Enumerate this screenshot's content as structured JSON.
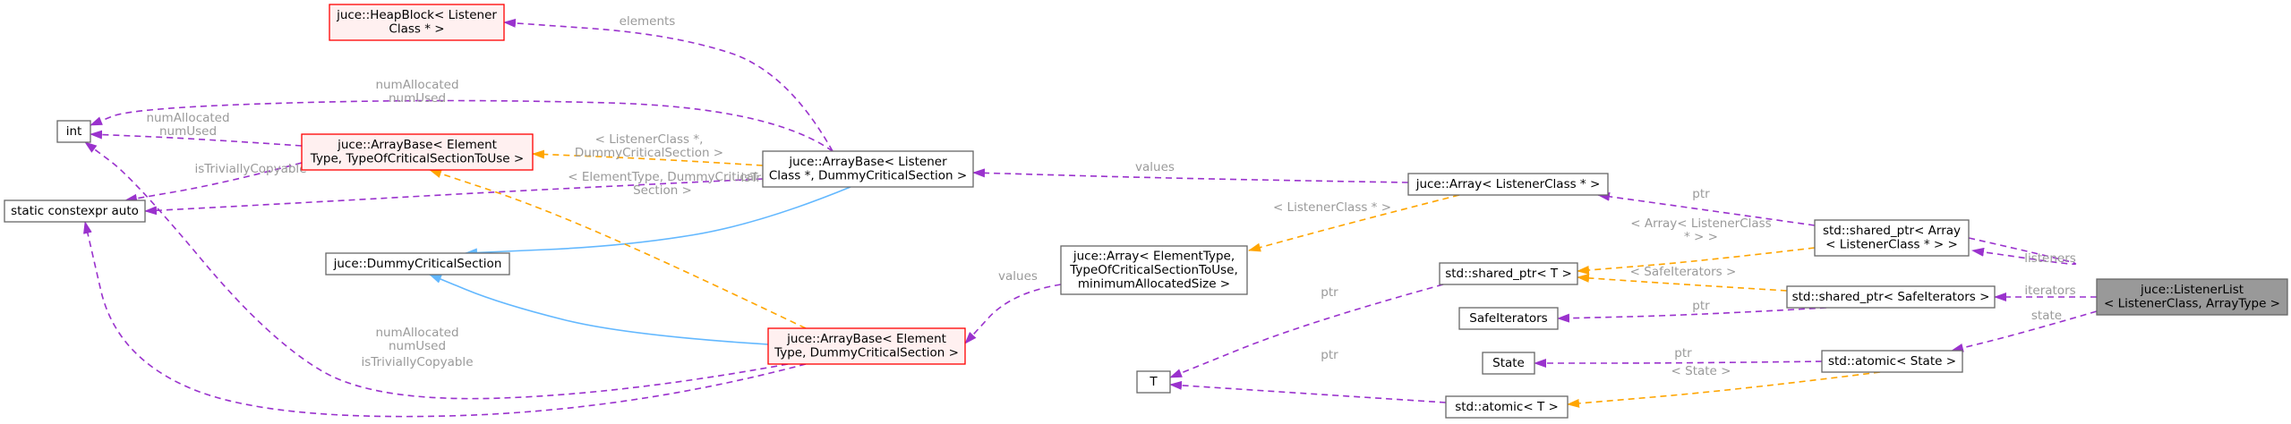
{
  "colors": {
    "purple": "#9a32cd",
    "orange": "#ffa500",
    "blue": "#63b8ff",
    "red": "#ff0000",
    "node_border": "#666666",
    "red_fill": "#fff0f0",
    "main_fill": "#999999"
  },
  "nodes": [
    {
      "id": "ll",
      "lines": [
        "juce::ListenerList",
        "< ListenerClass, ArrayType >"
      ],
      "style": "main"
    },
    {
      "id": "sp_arr",
      "lines": [
        "std::shared_ptr< Array",
        "< ListenerClass * > >"
      ],
      "style": "normal"
    },
    {
      "id": "sp_si",
      "lines": [
        "std::shared_ptr< SafeIterators >"
      ],
      "style": "normal"
    },
    {
      "id": "at_state",
      "lines": [
        "std::atomic< State >"
      ],
      "style": "normal"
    },
    {
      "id": "arr_lc",
      "lines": [
        "juce::Array< ListenerClass * >"
      ],
      "style": "normal"
    },
    {
      "id": "sp_t",
      "lines": [
        "std::shared_ptr< T >"
      ],
      "style": "normal"
    },
    {
      "id": "safeit",
      "lines": [
        "SafeIterators"
      ],
      "style": "normal"
    },
    {
      "id": "state",
      "lines": [
        "State"
      ],
      "style": "normal"
    },
    {
      "id": "at_t",
      "lines": [
        "std::atomic< T >"
      ],
      "style": "normal"
    },
    {
      "id": "t",
      "lines": [
        "T"
      ],
      "style": "normal"
    },
    {
      "id": "arr_et",
      "lines": [
        "juce::Array< ElementType,",
        "TypeOfCriticalSectionToUse,",
        "minimumAllocatedSize >"
      ],
      "style": "normal"
    },
    {
      "id": "ab_lc",
      "lines": [
        "juce::ArrayBase< Listener",
        "Class *, DummyCriticalSection >"
      ],
      "style": "normal"
    },
    {
      "id": "ab_etd",
      "lines": [
        "juce::ArrayBase< Element",
        "Type, DummyCriticalSection >"
      ],
      "style": "red"
    },
    {
      "id": "hb",
      "lines": [
        "juce::HeapBlock< Listener",
        "Class * >"
      ],
      "style": "red"
    },
    {
      "id": "ab_ett",
      "lines": [
        "juce::ArrayBase< Element",
        "Type, TypeOfCriticalSectionToUse >"
      ],
      "style": "red"
    },
    {
      "id": "dcs",
      "lines": [
        "juce::DummyCriticalSection"
      ],
      "style": "normal"
    },
    {
      "id": "int",
      "lines": [
        "int"
      ],
      "style": "normal"
    },
    {
      "id": "sca",
      "lines": [
        "static constexpr auto"
      ],
      "style": "normal"
    }
  ],
  "edges": [
    {
      "from": "sp_arr",
      "to": "ll",
      "kind": "usage",
      "label": [
        "listeners"
      ]
    },
    {
      "from": "sp_si",
      "to": "ll",
      "kind": "usage",
      "label": [
        "iterators"
      ]
    },
    {
      "from": "at_state",
      "to": "ll",
      "kind": "usage",
      "label": [
        "state"
      ]
    },
    {
      "from": "arr_lc",
      "to": "sp_arr",
      "kind": "usage",
      "label": [
        "ptr"
      ]
    },
    {
      "from": "sp_t",
      "to": "sp_arr",
      "kind": "template",
      "label": [
        "< Array< ListenerClass",
        "* > >"
      ]
    },
    {
      "from": "sp_t",
      "to": "sp_si",
      "kind": "template",
      "label": [
        "< SafeIterators >"
      ]
    },
    {
      "from": "safeit",
      "to": "sp_si",
      "kind": "usage",
      "label": [
        "ptr"
      ]
    },
    {
      "from": "state",
      "to": "at_state",
      "kind": "usage",
      "label": [
        "ptr"
      ]
    },
    {
      "from": "at_t",
      "to": "at_state",
      "kind": "template",
      "label": [
        "< State >"
      ]
    },
    {
      "from": "t",
      "to": "sp_t",
      "kind": "usage",
      "label": [
        "ptr"
      ]
    },
    {
      "from": "t",
      "to": "at_t",
      "kind": "usage",
      "label": [
        "ptr"
      ]
    },
    {
      "from": "ab_lc",
      "to": "arr_lc",
      "kind": "usage",
      "label": [
        "values"
      ]
    },
    {
      "from": "arr_et",
      "to": "arr_lc",
      "kind": "template",
      "label": [
        "< ListenerClass * >"
      ]
    },
    {
      "from": "ab_etd",
      "to": "arr_et",
      "kind": "usage",
      "label": [
        "values"
      ]
    },
    {
      "from": "hb",
      "to": "ab_lc",
      "kind": "usage",
      "label": [
        "elements"
      ]
    },
    {
      "from": "int",
      "to": "ab_lc",
      "kind": "usage",
      "label": [
        "numAllocated",
        "numUsed"
      ]
    },
    {
      "from": "sca",
      "to": "ab_lc",
      "kind": "usage",
      "label": [
        "isTriviallyCopyable"
      ]
    },
    {
      "from": "ab_ett",
      "to": "ab_lc",
      "kind": "template",
      "label": [
        "< ListenerClass *,",
        "DummyCriticalSection >"
      ]
    },
    {
      "from": "dcs",
      "to": "ab_lc",
      "kind": "inherit",
      "label": []
    },
    {
      "from": "int",
      "to": "ab_etd",
      "kind": "usage",
      "label": [
        "numAllocated",
        "numUsed"
      ]
    },
    {
      "from": "sca",
      "to": "ab_etd",
      "kind": "usage",
      "label": [
        "isTriviallyCopyable"
      ]
    },
    {
      "from": "ab_ett",
      "to": "ab_etd",
      "kind": "template",
      "label": [
        "< ElementType, DummyCritical",
        "Section >"
      ]
    },
    {
      "from": "dcs",
      "to": "ab_etd",
      "kind": "inherit",
      "label": []
    },
    {
      "from": "int",
      "to": "ab_ett",
      "kind": "usage",
      "label": [
        "numAllocated",
        "numUsed"
      ]
    },
    {
      "from": "sca",
      "to": "ab_ett",
      "kind": "usage",
      "label": [
        "isTriviallyCopyable"
      ]
    }
  ]
}
